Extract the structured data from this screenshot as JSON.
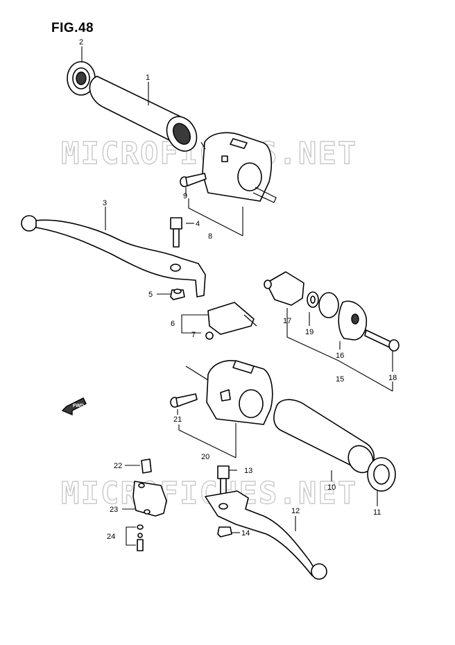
{
  "figure": {
    "title": "FIG.48"
  },
  "watermark": {
    "text": "MICROFICHES.NET"
  },
  "direction": {
    "label": "FWD"
  },
  "callouts": {
    "c1": "1",
    "c2": "2",
    "c3": "3",
    "c4": "4",
    "c5": "5",
    "c6": "6",
    "c7": "7",
    "c8": "8",
    "c9": "9",
    "c10": "10",
    "c11": "11",
    "c12": "12",
    "c13": "13",
    "c14": "14",
    "c15": "15",
    "c16": "16",
    "c17": "17",
    "c18": "18",
    "c19": "19",
    "c20": "20",
    "c21": "21",
    "c22": "22",
    "c23": "23",
    "c24": "24"
  }
}
